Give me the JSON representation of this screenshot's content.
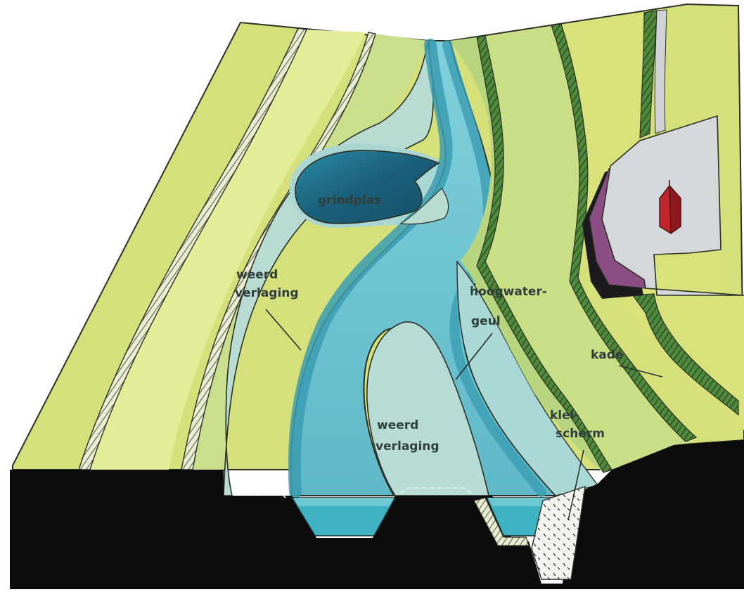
{
  "labels": {
    "grindplas": "grindplas",
    "weerd_upper_line1": "weerd",
    "weerd_upper_line2": "verlaging",
    "hoogwater_line1": "hoogwater-",
    "hoogwater_line2": "geul",
    "weerd_lower_line1": "weerd",
    "weerd_lower_line2": "verlaging",
    "klei_line1": "klei-",
    "klei_line2": "scherm",
    "kade": "kade"
  },
  "colors": {
    "outer_floodplain": "#d5e07a",
    "floodplain_light": "#e6ee9c",
    "floodplain_green": "#b9d37f",
    "lowered_floodplain": "#b7dcd6",
    "river": "#6cc1d0",
    "river_dark": "#3c9fb4",
    "gravel_pit": "#1f6f8a",
    "town": "#d5d8da",
    "dike_purple": "#8b4f86",
    "church": "#c0262c",
    "soil": "#0c0c0c",
    "clay_screen": "#f2f4ef"
  }
}
